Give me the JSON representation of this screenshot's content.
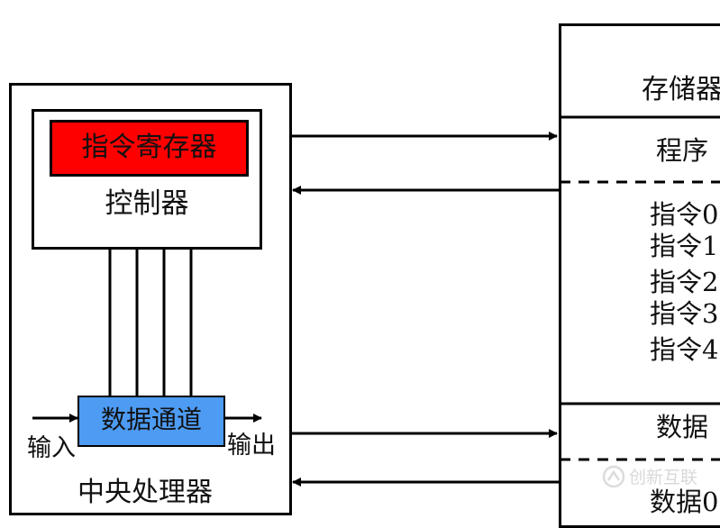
{
  "cpu": {
    "instruction_register_label": "指令寄存器",
    "controller_label": "控制器",
    "data_path_label": "数据通道",
    "input_label": "输入",
    "output_label": "输出",
    "title": "中央处理器"
  },
  "memory": {
    "title": "存储器",
    "program_label": "程序",
    "instructions": [
      "指令0",
      "指令1",
      "指令2",
      "指令3",
      "指令4"
    ],
    "data_label": "数据",
    "data_item_partial": "数据0"
  },
  "colors": {
    "instruction_register_fill": "#ff0000",
    "data_path_fill": "#4d9bf3"
  },
  "watermark": {
    "text": "创新互联"
  }
}
